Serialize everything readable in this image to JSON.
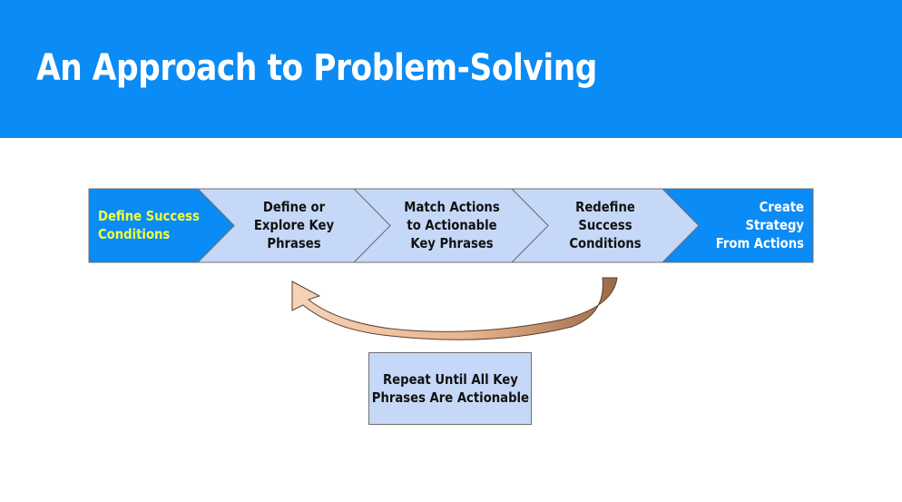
{
  "title": "An Approach to Problem-Solving",
  "colors": {
    "header_blue": "#0a8bf5",
    "step_light": "#c6d8f7",
    "step_blue": "#0a8bf5",
    "first_step_text": "#f5ff3b",
    "loop_arrow": "#f5c9a8"
  },
  "steps": [
    {
      "lines": [
        "Define Success",
        "Conditions"
      ]
    },
    {
      "lines": [
        "Define or",
        "Explore Key",
        "Phrases"
      ]
    },
    {
      "lines": [
        "Match Actions",
        "to Actionable",
        "Key Phrases"
      ]
    },
    {
      "lines": [
        "Redefine",
        "Success",
        "Conditions"
      ]
    },
    {
      "lines": [
        "Create",
        "Strategy",
        "From Actions"
      ]
    }
  ],
  "loop": {
    "lines": [
      "Repeat Until All Key",
      "Phrases Are Actionable"
    ]
  }
}
